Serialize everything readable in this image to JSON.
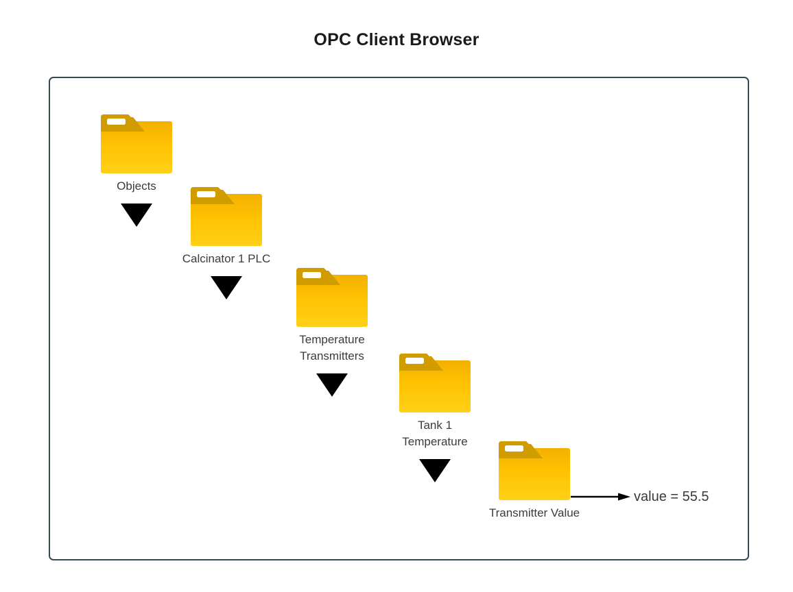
{
  "title": "OPC Client Browser",
  "diagram": {
    "nodes": [
      {
        "label": "Objects",
        "icon": "folder-icon"
      },
      {
        "label": "Calcinator 1 PLC",
        "icon": "folder-icon"
      },
      {
        "label": "Temperature\nTransmitters",
        "icon": "folder-icon"
      },
      {
        "label": "Tank 1\nTemperature",
        "icon": "folder-icon"
      },
      {
        "label": "Transmitter Value",
        "icon": "folder-icon"
      }
    ],
    "connector_icon": "down-triangle-icon",
    "value_annotation": "value = 55.5",
    "colors": {
      "folder_tab": "#D09C00",
      "folder_body_top": "#F4B000",
      "folder_body_bottom": "#FFD018",
      "box_border": "#37474F",
      "triangle": "#000000",
      "label_text": "#3B3B3B",
      "title_text": "#1A1A1A"
    }
  }
}
